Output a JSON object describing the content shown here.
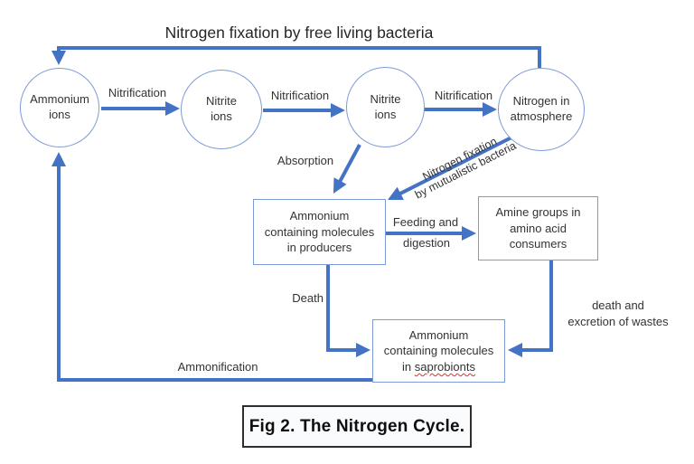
{
  "title": "Nitrogen fixation by free living bacteria",
  "caption": "Fig 2. The Nitrogen Cycle.",
  "colors": {
    "arrow_blue": "#4472C4",
    "shape_border_blue": "#7D9BD5",
    "text": "#333333",
    "spellcheck_red": "#D93025",
    "caption_border": "#2E2E2E",
    "caption_bg": "#FAFBFC"
  },
  "nodes": {
    "ammonium_ions": {
      "lines": [
        "Ammonium",
        "ions"
      ]
    },
    "nitrite_ions_1": {
      "lines": [
        "Nitrite",
        "ions"
      ]
    },
    "nitrite_ions_2": {
      "lines": [
        "Nitrite",
        "ions"
      ]
    },
    "nitrogen_atmosphere": {
      "lines": [
        "Nitrogen in",
        "atmosphere"
      ]
    },
    "producers": {
      "lines": [
        "Ammonium",
        "containing molecules",
        "in producers"
      ]
    },
    "consumers": {
      "lines": [
        "Amine groups in",
        "amino acid",
        "consumers"
      ]
    },
    "saprobionts": {
      "lines": [
        "Ammonium",
        "containing molecules"
      ],
      "last_line_prefix": "in ",
      "misspelled_word": "saprobionts"
    }
  },
  "labels": {
    "nitrification_1": "Nitrification",
    "nitrification_2": "Nitrification",
    "nitrification_3": "Nitrification",
    "absorption": "Absorption",
    "mutualistic_line1": "Nitrogen fixation",
    "mutualistic_line2": "by mutualistic bacteria",
    "feeding_line1": "Feeding and",
    "feeding_line2": "digestion",
    "death": "Death",
    "death_excretion_line1": "death and",
    "death_excretion_line2": "excretion of wastes",
    "ammonification": "Ammonification"
  }
}
